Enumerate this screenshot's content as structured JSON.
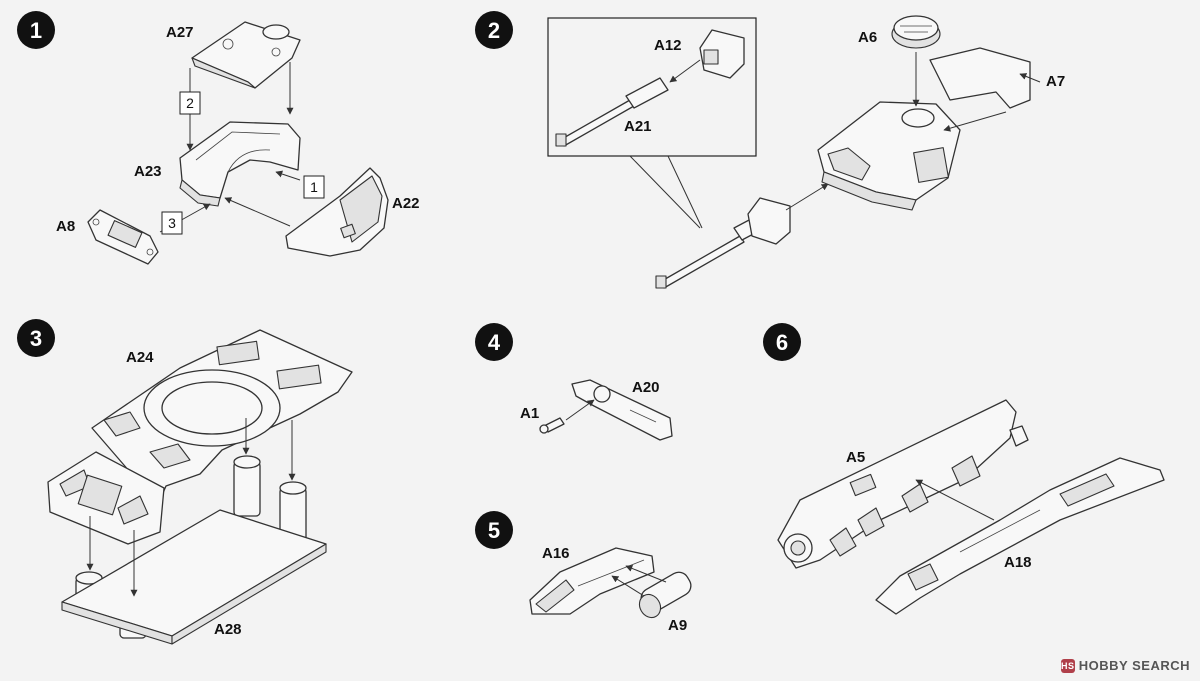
{
  "steps": {
    "s1": {
      "num": "1",
      "parts": {
        "a27": "A27",
        "a23": "A23",
        "a22": "A22",
        "a8": "A8"
      },
      "sub": [
        "2",
        "1",
        "3"
      ]
    },
    "s2": {
      "num": "2",
      "parts": {
        "a12": "A12",
        "a21": "A21",
        "a6": "A6",
        "a7": "A7"
      }
    },
    "s3": {
      "num": "3",
      "parts": {
        "a24": "A24",
        "a28": "A28"
      }
    },
    "s4": {
      "num": "4",
      "parts": {
        "a20": "A20",
        "a1": "A1"
      }
    },
    "s5": {
      "num": "5",
      "parts": {
        "a16": "A16",
        "a9": "A9"
      }
    },
    "s6": {
      "num": "6",
      "parts": {
        "a5": "A5",
        "a18": "A18"
      }
    }
  },
  "watermark": {
    "text": "HOBBY SEARCH",
    "icon": "hobby-search-logo-icon"
  }
}
